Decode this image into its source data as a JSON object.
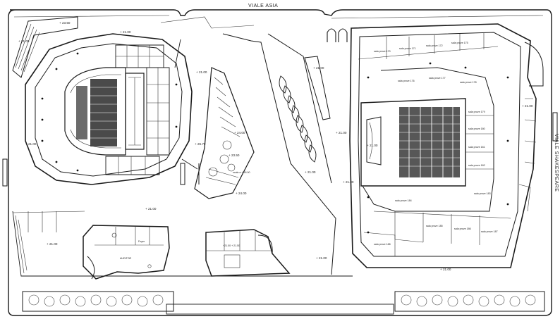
{
  "streets": {
    "top": "VIALE ASIA",
    "right": "VIALE SHAKESPEARE"
  },
  "rooms": {
    "right_block": [
      "sala prove 170",
      "sala prove 171",
      "sala prove 172",
      "sala prove 175",
      "sala prove 176",
      "sala prove 177",
      "sala prove 178",
      "sala prove 179",
      "sala prove 180",
      "sala prove 181",
      "sala prove 182",
      "sala prove 183",
      "sala prove 184",
      "sala prove 185",
      "sala prove 186",
      "sala prove 187",
      "sala prove 188"
    ],
    "left_building": "Foyer",
    "left_annex": "AUDITOR",
    "middle_annex": "+21.00 + 21.50",
    "middle_box": "scala a + 18.00"
  },
  "elevations": [
    "+ 23.50",
    "+ 21.00",
    "+ 21.00",
    "+ 21.00",
    "+ 26.70",
    "+ 24.00",
    "+ 23.50",
    "+ 24.00",
    "+ 21.00",
    "+ 21.00",
    "+ 21.00",
    "+ 21.00",
    "+ 21.00",
    "+ 21.00",
    "+ 21.00",
    "+ 21.00",
    "+ 21.00",
    "+ 21.00",
    "+ 21.00"
  ]
}
